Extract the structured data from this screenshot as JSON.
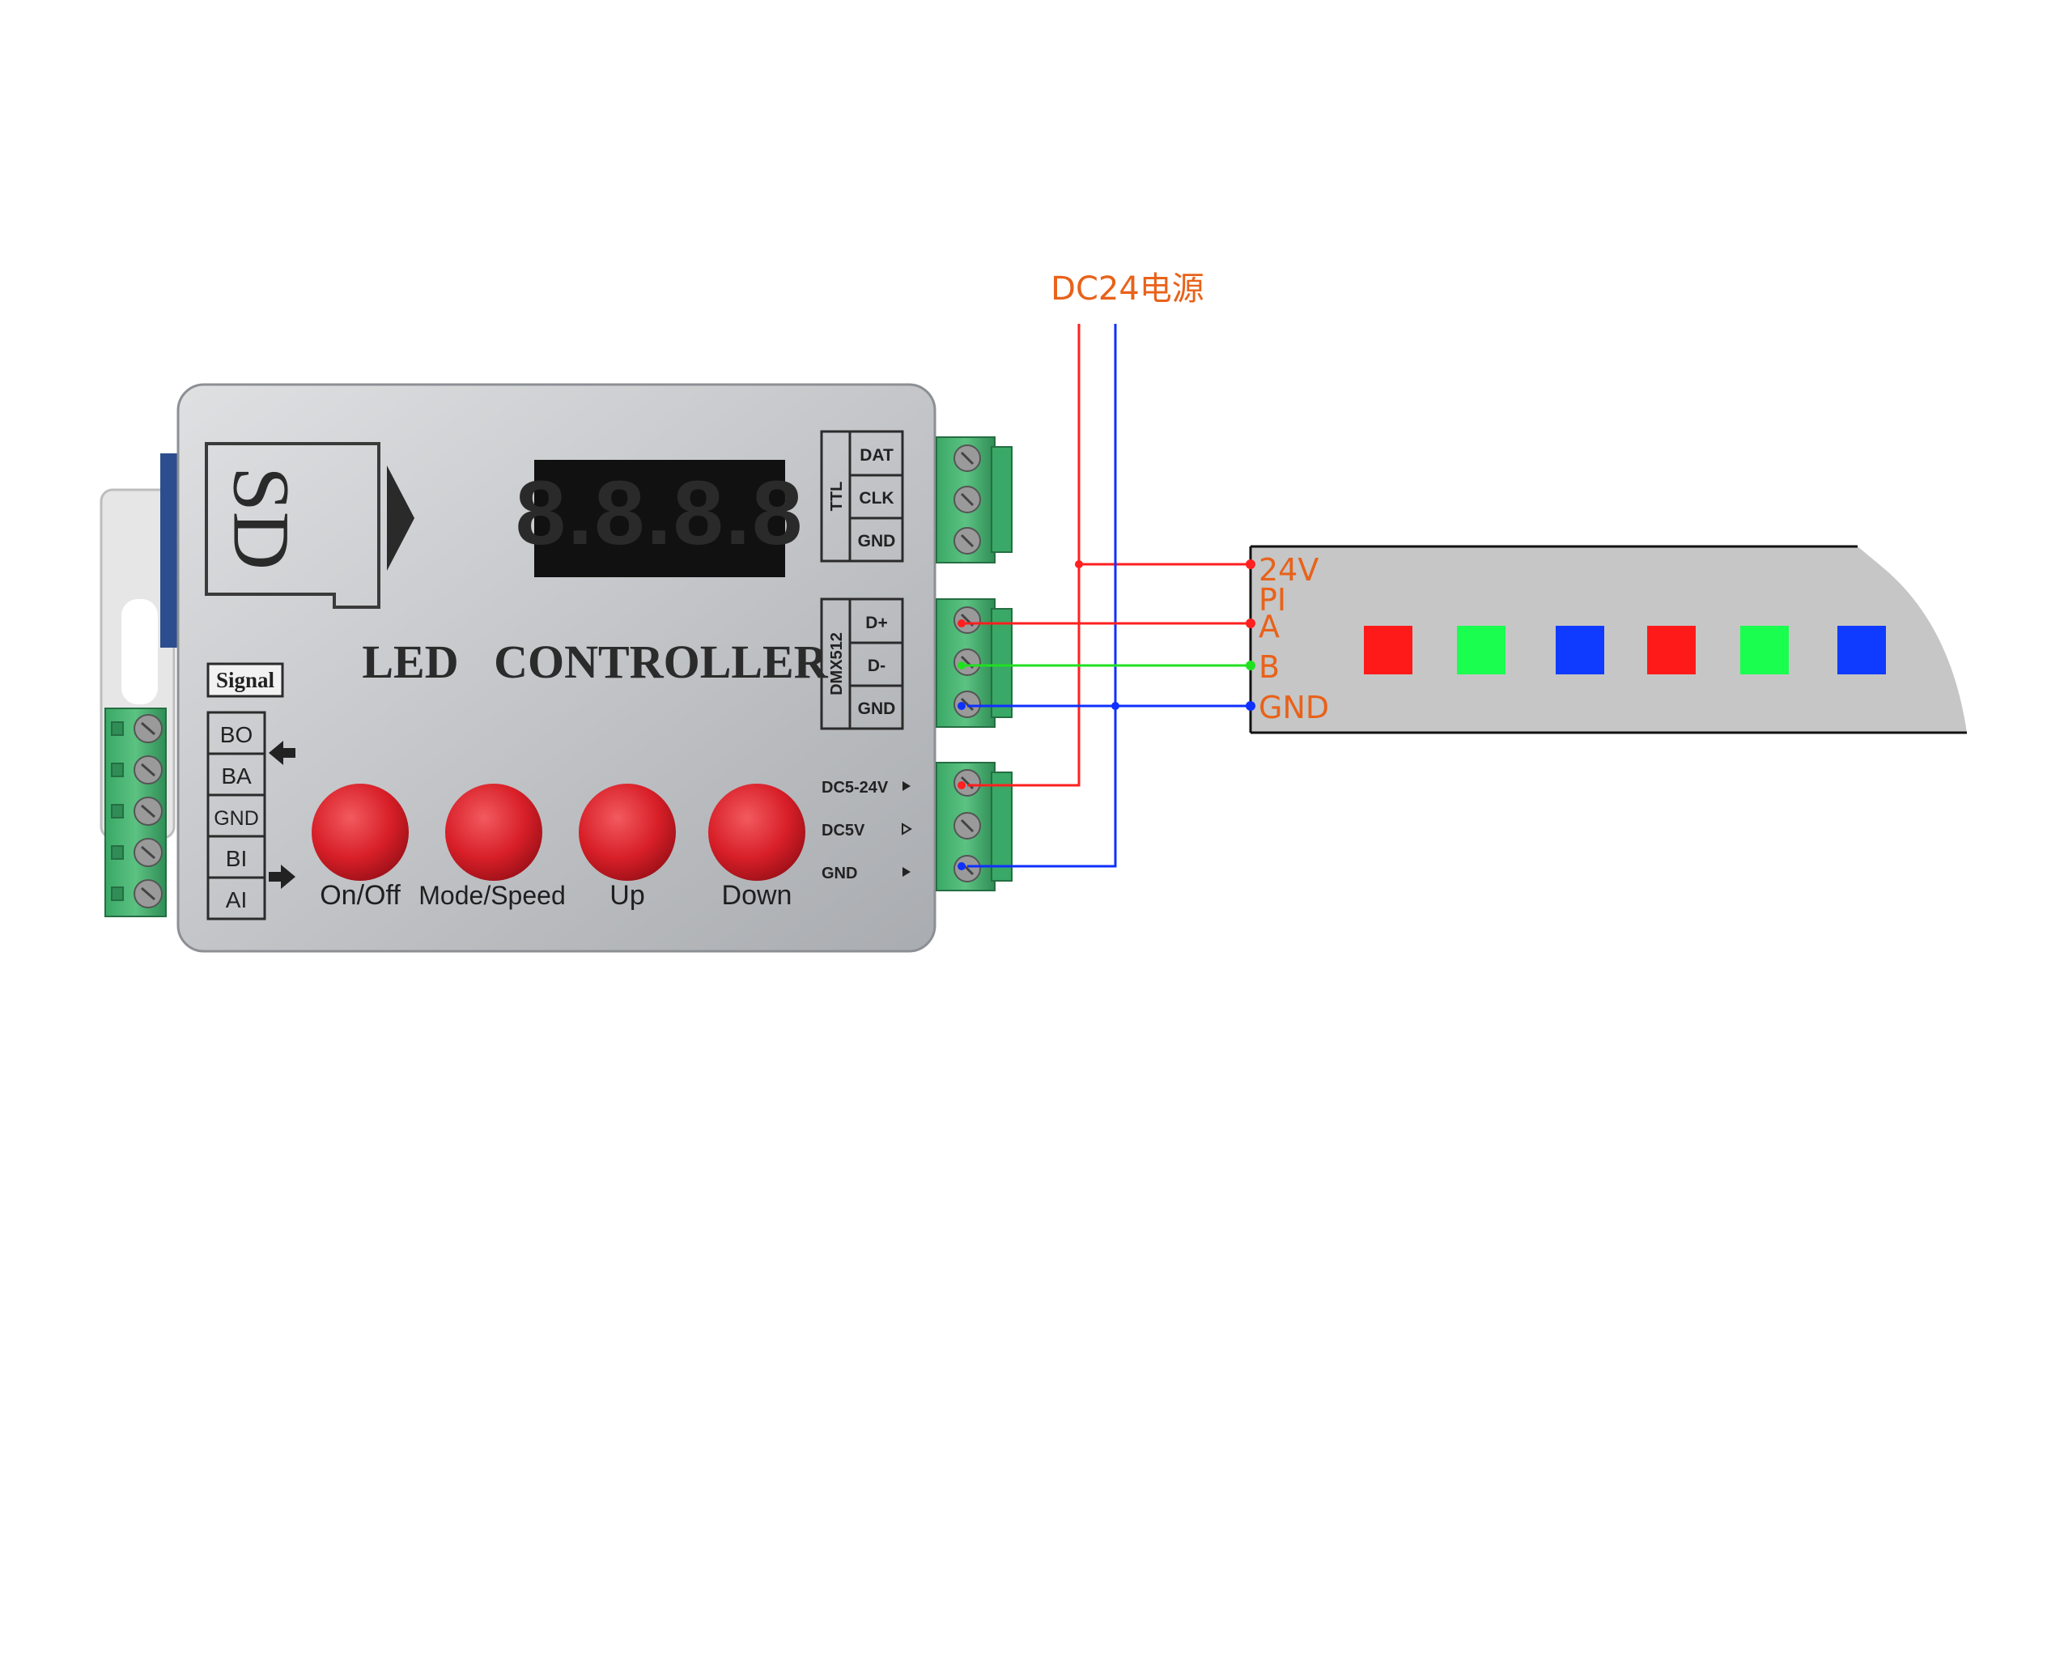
{
  "power_supply": {
    "label": "DC24电源",
    "label_color": "#e8621a"
  },
  "controller": {
    "title": "LED   CONTROLLER",
    "sd_label": "SD",
    "display_digits": "8.8.8.8",
    "signal": {
      "header": "Signal",
      "pins": [
        "BO",
        "BA",
        "GND",
        "BI",
        "AI"
      ]
    },
    "ttl": {
      "group": "TTL",
      "pins": [
        "DAT",
        "CLK",
        "GND"
      ]
    },
    "dmx": {
      "group": "DMX512",
      "pins": [
        "D+",
        "D-",
        "GND"
      ]
    },
    "power_pins": [
      "DC5-24V",
      "DC5V",
      "GND"
    ],
    "buttons": [
      "On/Off",
      "Mode/Speed",
      "Up",
      "Down"
    ],
    "button_color": "#e0262f"
  },
  "strip": {
    "pins": [
      "24V",
      "PI",
      "A",
      "B",
      "GND"
    ],
    "pin_label_color": "#e8621a",
    "leds": [
      {
        "color": "#ff1a1a"
      },
      {
        "color": "#1aff4f"
      },
      {
        "color": "#0f3aff"
      },
      {
        "color": "#ff1a1a"
      },
      {
        "color": "#1aff4f"
      },
      {
        "color": "#0f3aff"
      }
    ]
  },
  "wires": {
    "positive_color": "#ff2020",
    "ground_color": "#1030ff",
    "data_b_color": "#20e020"
  }
}
